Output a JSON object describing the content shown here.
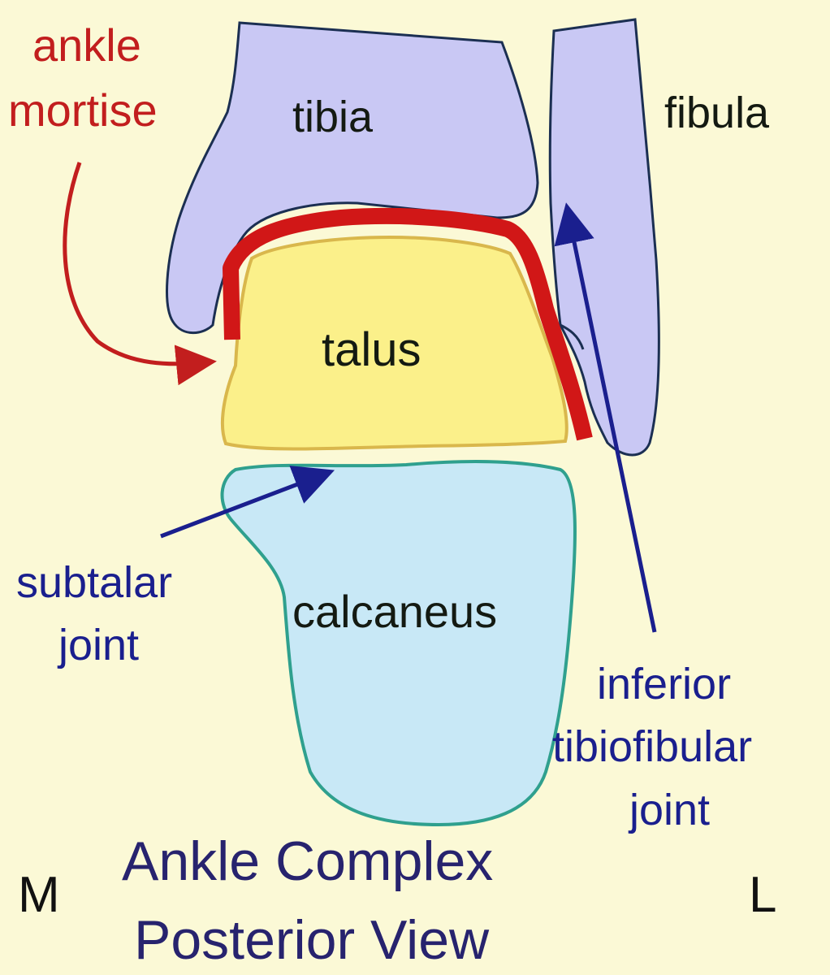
{
  "labels": {
    "ankle_mortise": [
      "ankle",
      "mortise"
    ],
    "tibia": "tibia",
    "fibula": "fibula",
    "talus": "talus",
    "calcaneus": "calcaneus",
    "subtalar_joint": [
      "subtalar",
      "joint"
    ],
    "inferior_tibiofibular_joint": [
      "inferior",
      "tibiofibular",
      "joint"
    ],
    "title": [
      "Ankle Complex",
      "Posterior View"
    ],
    "medial": "M",
    "lateral": "L"
  },
  "colors": {
    "background": "#fbf9d6",
    "tibia_fibula_fill": "#c9c8f4",
    "bone_outline": "#1b2f52",
    "talus_fill": "#fbf08a",
    "talus_outline": "#d9b74c",
    "calcaneus_fill": "#c8e8f6",
    "calcaneus_outline": "#2fa08e",
    "mortise_red": "#d11717",
    "joint_blue": "#1a1f8e",
    "title_navy": "#27236e",
    "dark_text": "#141a12"
  }
}
